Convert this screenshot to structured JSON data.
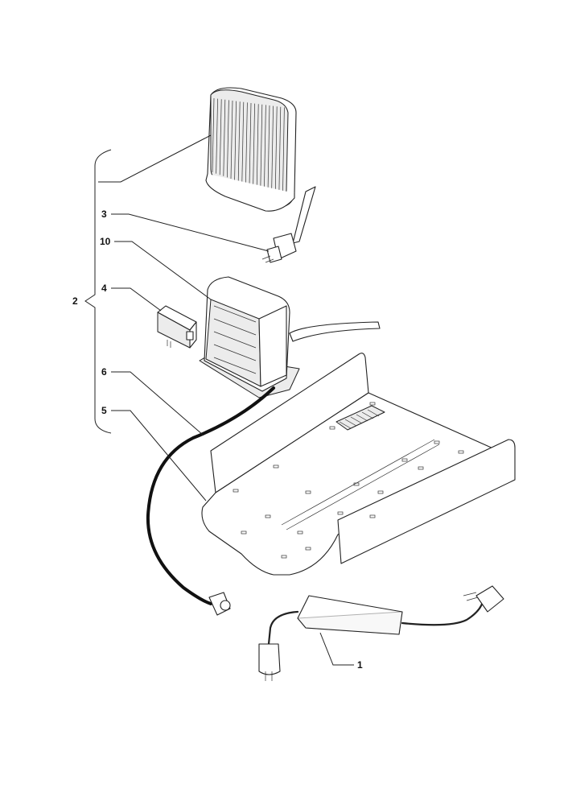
{
  "callouts": {
    "c1": "1",
    "c2": "2",
    "c3": "3",
    "c4": "4",
    "c5": "5",
    "c6": "6",
    "c10": "10"
  }
}
